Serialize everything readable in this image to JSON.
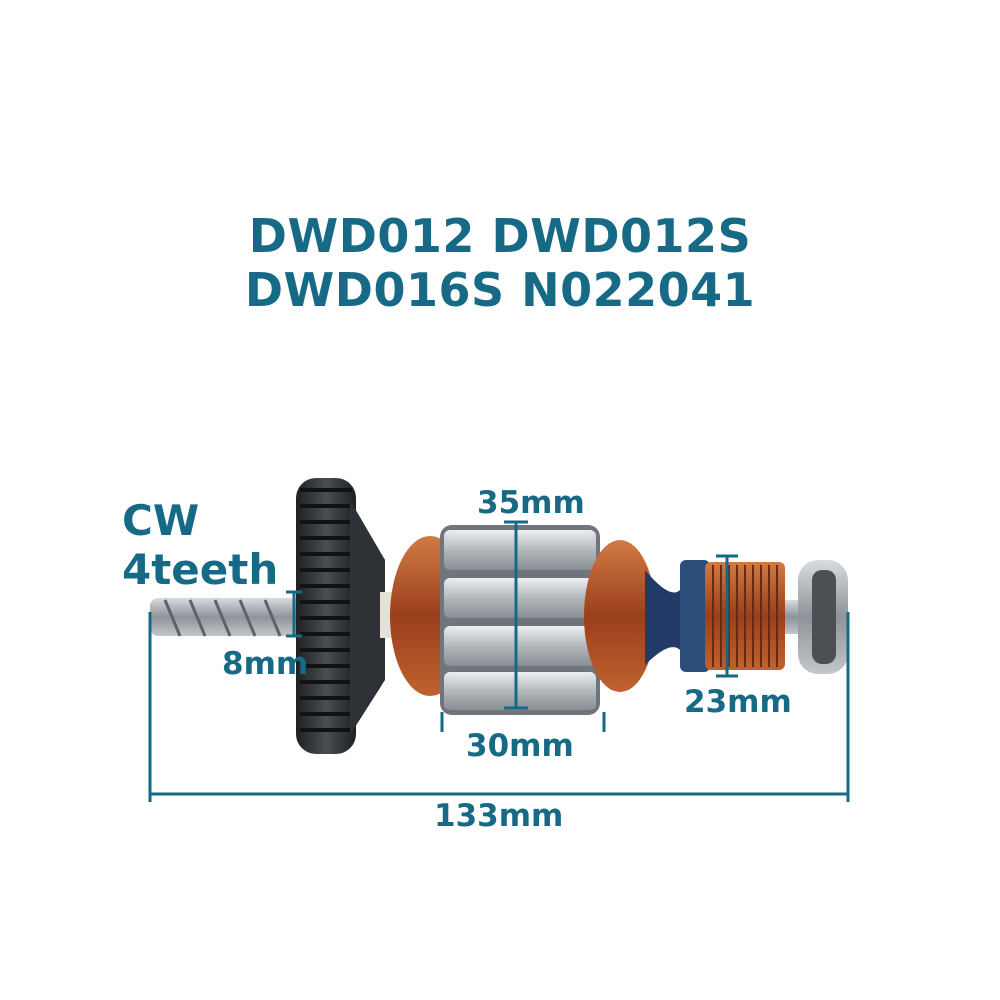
{
  "title": {
    "line1": "DWD012 DWD012S",
    "line2": "DWD016S N022041"
  },
  "rotation": {
    "direction": "CW",
    "teeth": "4teeth"
  },
  "dimensions": {
    "shaft_diameter": "8mm",
    "core_diameter": "35mm",
    "core_length": "30mm",
    "commutator_diameter": "23mm",
    "total_length": "133mm"
  },
  "colors": {
    "accent": "#176a86",
    "copper": "#b5542a",
    "steel": "#9aa0a6",
    "gear": "#2a2d30"
  }
}
